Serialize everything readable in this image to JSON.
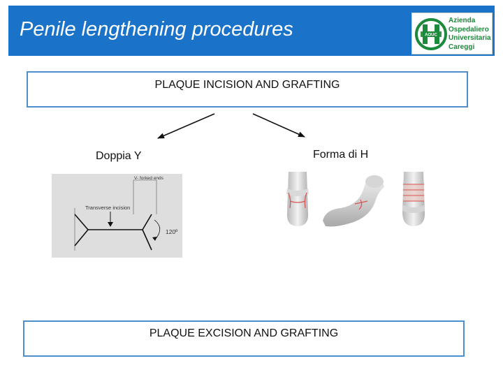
{
  "header": {
    "title": "Penile lengthening procedures",
    "background_color": "#1a73c8"
  },
  "logo": {
    "mark_text": "AOUC",
    "lines": [
      "Azienda",
      "Ospedaliero",
      "Universitaria",
      "Careggi"
    ],
    "color": "#1b8a3a"
  },
  "top_box": {
    "text": "PLAQUE INCISION AND GRAFTING"
  },
  "left_label": "Doppia Y",
  "right_label": "Forma di H",
  "diagram": {
    "forked_label": "V- forked ends",
    "incision_label": "Transverse incision",
    "angle_label": "120º"
  },
  "bottom_box": {
    "text": "PLAQUE EXCISION AND GRAFTING"
  },
  "colors": {
    "box_border": "#4d8fcc",
    "graft_line": "#d9534f"
  }
}
